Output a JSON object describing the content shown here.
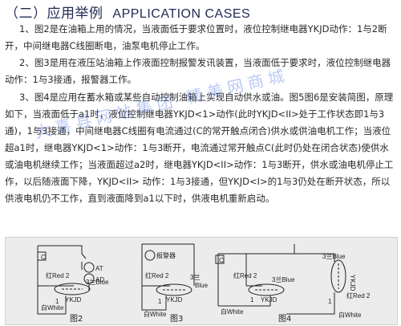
{
  "heading": {
    "cn": "（二）应用举例",
    "en": "APPLICATION CASES"
  },
  "paragraphs": [
    "1、图2是在油箱上用的情况，当液面低于要求位置时，液位控制继电器YKJD动作：1与2断开，中间继电器C线圈断电，油泵电机停止工作。",
    "2、图3是用在液压站油箱上作液面控制报警发讯装置，当液面低于要求时，液位控制继电器动作：1与3接通，报警器工作。",
    "3、图4是应用在蓄水箱或某些自动控制油箱上实现自动供水或油。图5图6是安装简图，原理如下，当液面低于a1时，液位控制继电器YKJD<1>动作(此时YKJD<II>处于工作状态即1与3通)，1与3接通，中间继电器C线圈有电流通过(C的常开触点闭合)供水或供油电机工作；当液位超a1时，继电器YKJD<1>动作：1与3断开，电流通过常开触点C(此时仍处在闭合状态)使供水或油电机继续工作；当液面超过a2时，继电器YKJD<II>动作：1与3断开，供水或油电机停止工作，以后随液面下降，YKJD<II> 动作：1与3接通，但YKJD<I>的1与3仍处在断开状态，所以供液电机仍不工作，直到液面降到a1以下时，供液电机重新启动。"
  ],
  "watermark": "大喜县网站集团 精美网商城",
  "figures": [
    {
      "caption": "图2",
      "relay": "YKJD",
      "coil": "C",
      "contact_labels": [
        "AT",
        "AD"
      ],
      "wire_labels": [
        "红Red 2",
        "3兰Blue",
        "1",
        "白White"
      ]
    },
    {
      "caption": "图3",
      "relay": "YKJD",
      "alarm": "报警器",
      "wire_labels": [
        "红Red 2",
        "3兰",
        "Blue",
        "1",
        "白White"
      ]
    },
    {
      "caption": "图4",
      "relay": "YKJD",
      "relay2": "YKJD",
      "coil": "C",
      "wire_labels": [
        "红Red 2",
        "3兰Blue",
        "1",
        "白White",
        "3兰Blue",
        "红Red 2",
        "1",
        "白White"
      ]
    }
  ]
}
